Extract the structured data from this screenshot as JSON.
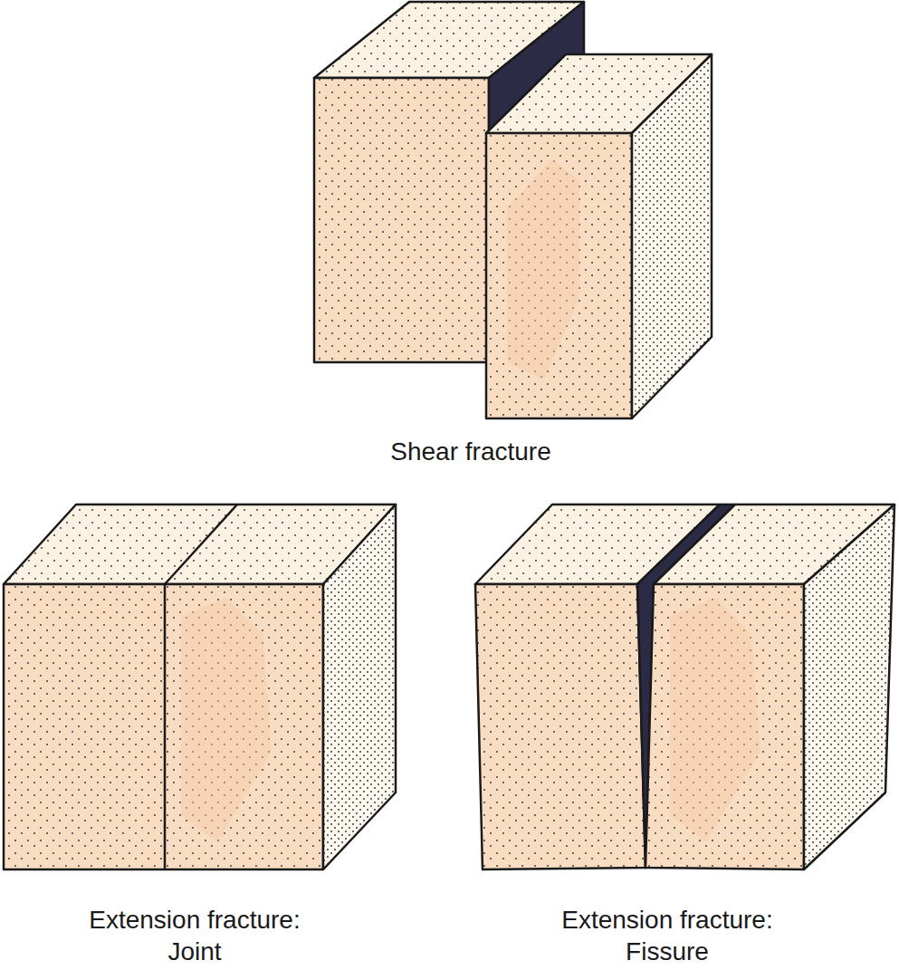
{
  "diagram": {
    "labels": [
      "Shear fracture",
      "Extension fracture: Joint",
      "Extension fracture: Fissure"
    ]
  }
}
